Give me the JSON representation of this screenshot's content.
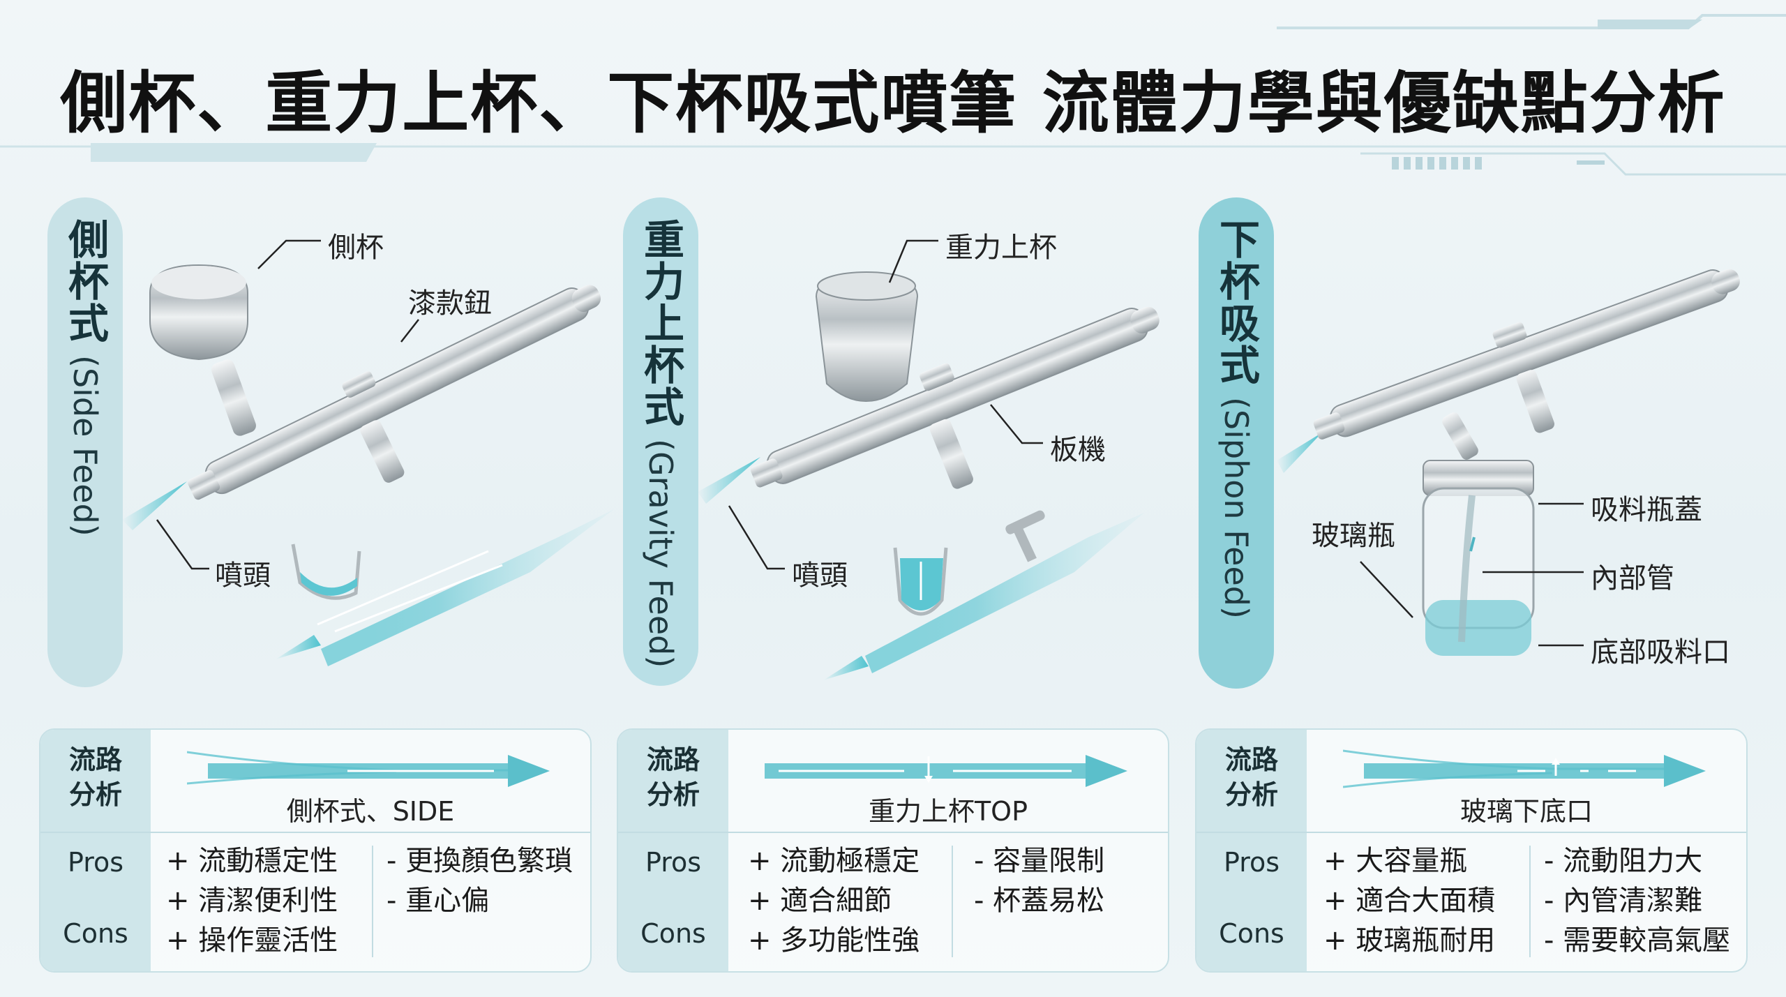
{
  "title": "側杯、重力上杯、下杯吸式噴筆 流體力學與優缺點分析",
  "colors": {
    "accent": "#5bbfcb",
    "spray": "#4fc3cf",
    "tab": "#b9dfe6",
    "panel_border": "#c7e0e5"
  },
  "sections": [
    {
      "tab_cjk": "側杯式",
      "tab_en": "(Side Feed)",
      "callouts": [
        "側杯",
        "漆款鈕",
        "噴頭"
      ],
      "panel": {
        "flow_label": [
          "流路",
          "分析"
        ],
        "caption": "側杯式、SIDE",
        "pros_label": "Pros",
        "cons_label": "Cons",
        "pros": [
          "+ 流動穩定性",
          "+ 清潔便利性",
          "+ 操作靈活性"
        ],
        "cons": [
          "- 更換顏色繁瑣",
          "- 重心偏"
        ]
      }
    },
    {
      "tab_cjk": "重力上杯式",
      "tab_en": "(Gravity Feed)",
      "callouts": [
        "重力上杯",
        "板機",
        "噴頭"
      ],
      "panel": {
        "flow_label": [
          "流路",
          "分析"
        ],
        "caption": "重力上杯TOP",
        "pros_label": "Pros",
        "cons_label": "Cons",
        "pros": [
          "+ 流動極穩定",
          "+ 適合細節",
          "+ 多功能性強"
        ],
        "cons": [
          "- 容量限制",
          "- 杯蓋易松"
        ]
      }
    },
    {
      "tab_cjk": "下杯吸式",
      "tab_en": "(Siphon Feed)",
      "callouts": [
        "吸料瓶蓋",
        "玻璃瓶",
        "內部管",
        "底部吸料口"
      ],
      "panel": {
        "flow_label": [
          "流路",
          "分析"
        ],
        "caption": "玻璃下底口",
        "pros_label": "Pros",
        "cons_label": "Cons",
        "pros": [
          "+ 大容量瓶",
          "+ 適合大面積",
          "+ 玻璃瓶耐用"
        ],
        "cons": [
          "- 流動阻力大",
          "- 內管清潔難",
          "- 需要較高氣壓"
        ]
      }
    }
  ]
}
